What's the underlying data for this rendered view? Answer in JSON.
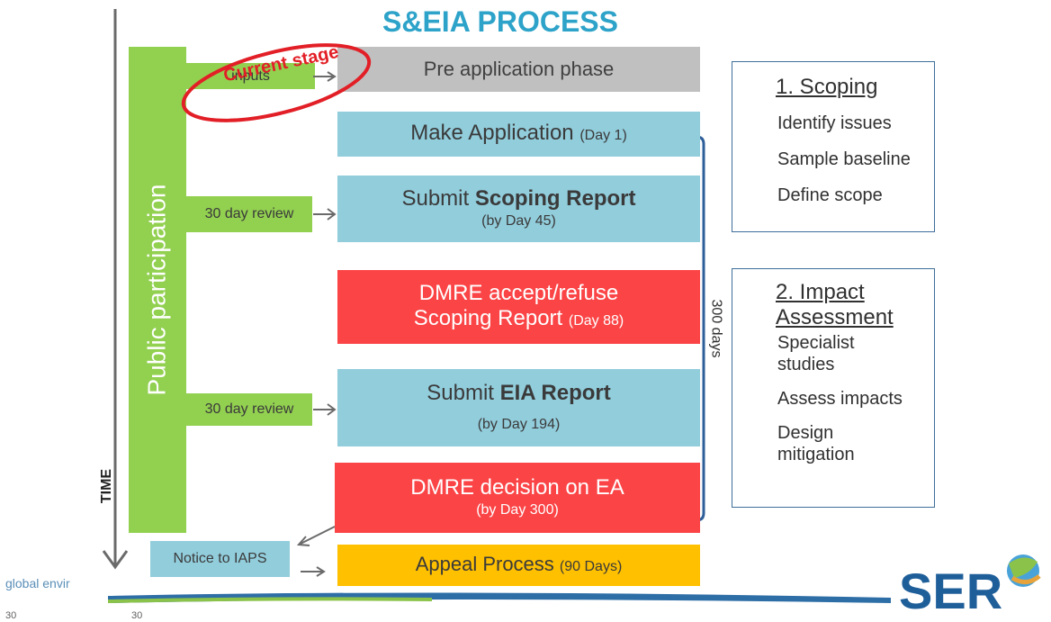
{
  "title": "S&EIA PROCESS",
  "public_participation": "Public participation",
  "time_label": "TIME",
  "inputs_label": "inputs",
  "current_stage": "Current stage",
  "review_label_1": "30 day review",
  "review_label_2": "30 day review",
  "notice_label": "Notice to IAPS",
  "steps": {
    "pre_application": {
      "line1": "Pre application phase"
    },
    "make_application": {
      "line1": "Make Application",
      "suffix": "(Day 1)"
    },
    "scoping_report": {
      "prefix": "Submit ",
      "bold": "Scoping Report",
      "line2": "(by Day 45)"
    },
    "dmre_accept": {
      "line1": "DMRE accept/refuse",
      "line2": "Scoping Report",
      "suffix": "(Day 88)"
    },
    "eia_report": {
      "prefix": "Submit ",
      "bold": "EIA Report",
      "line2": "(by Day 194)"
    },
    "dmre_decision": {
      "line1": "DMRE decision on EA",
      "line2": "(by Day 300)"
    },
    "appeal": {
      "line1": "Appeal Process",
      "suffix": "(90 Days)"
    }
  },
  "days_brace": "300 days",
  "scoping_panel": {
    "heading": "1. Scoping",
    "items": [
      "Identify issues",
      "Sample baseline",
      "Define scope"
    ]
  },
  "impact_panel": {
    "heading": "2. Impact Assessment",
    "items": [
      "Specialist studies",
      "Assess impacts",
      "Design mitigation"
    ]
  },
  "footer": {
    "brand": "global envir",
    "page_left": "30",
    "page_right": "30"
  },
  "colors": {
    "blue": "#92cddc",
    "red": "#fb4446",
    "grey": "#c0c0c0",
    "orange": "#ffc000",
    "green": "#92d050",
    "title": "#2ea3c9",
    "stage_ellipse": "#e21f26"
  }
}
